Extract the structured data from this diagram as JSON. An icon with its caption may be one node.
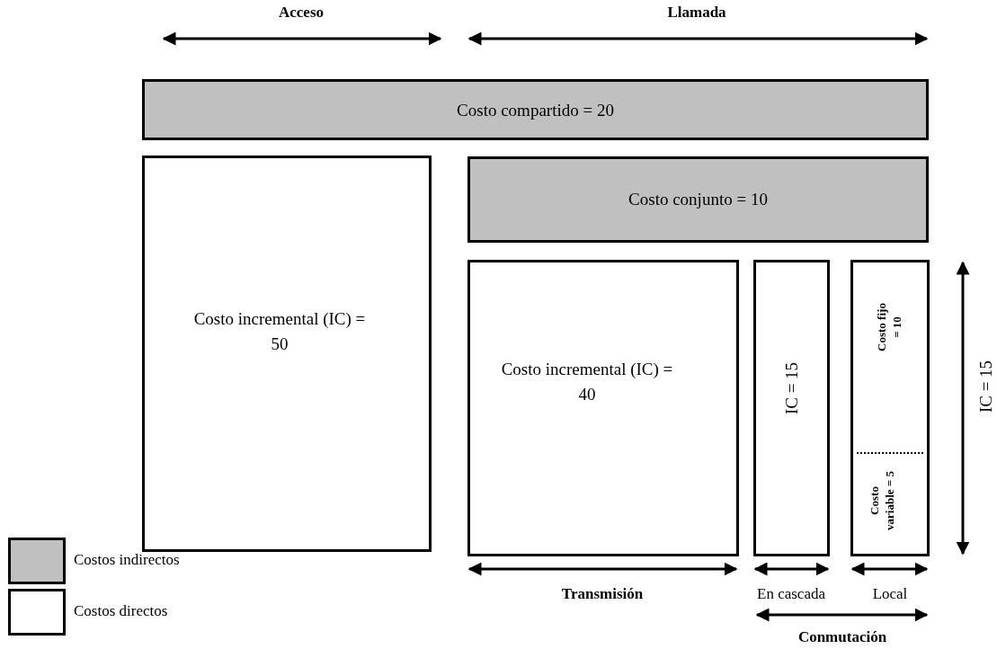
{
  "diagram": {
    "nodes": [
      {
        "text": [
          "Costo compartido = 20"
        ]
      },
      {
        "text": [
          "Costo incremental (IC) = 50"
        ]
      },
      {
        "text": [
          "Costo conjunto = 10"
        ]
      },
      {
        "text": [
          "Costo incremental (IC) = 40"
        ]
      },
      {
        "text": [
          "IC = 15"
        ]
      },
      {
        "text": [
          "Costo fijo = 10",
          "Costo variable = 5"
        ]
      }
    ],
    "edges": [],
    "labels": [
      "Acceso",
      "Llamada",
      "IC = 15",
      "Transmisión",
      "En cascada",
      "Local",
      "Conmutación"
    ],
    "legend": [
      {
        "text": "Costos indirectos",
        "color": "#c0c0c0"
      },
      {
        "text": "Costos directos",
        "color": "#ffffff"
      }
    ]
  }
}
